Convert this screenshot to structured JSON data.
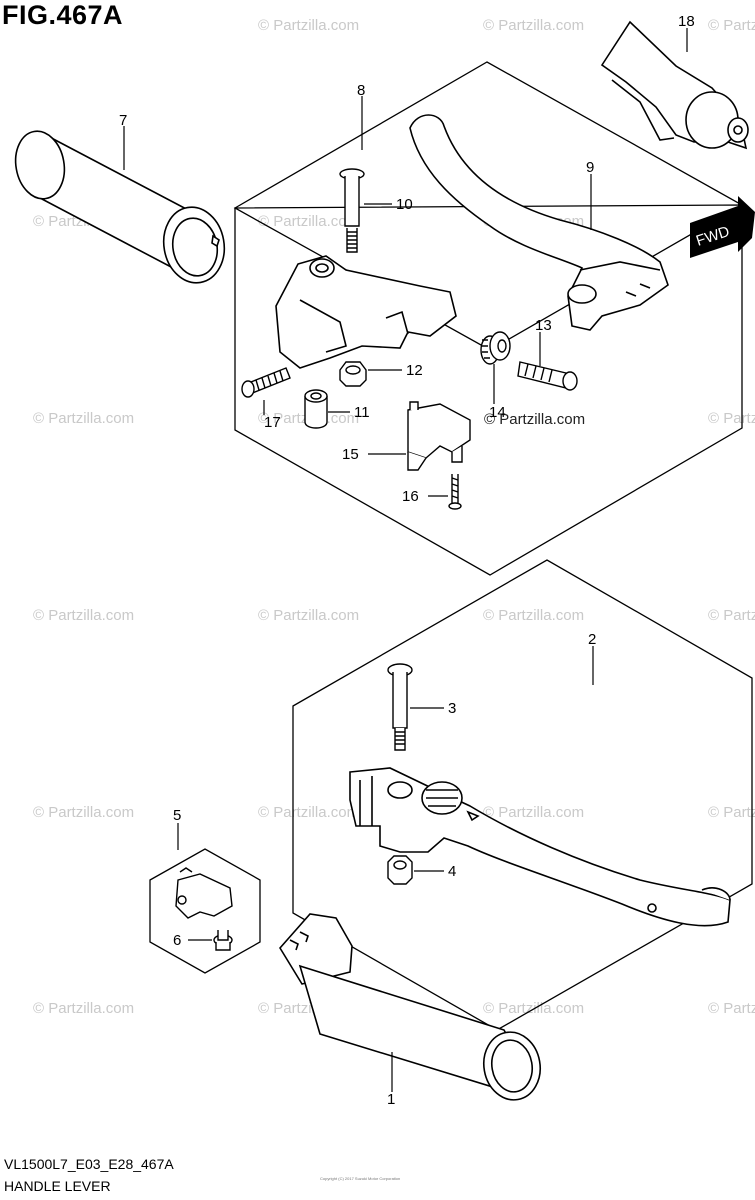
{
  "figure": {
    "title": "FIG.467A",
    "code": "VL1500L7_E03_E28_467A",
    "name": "HANDLE LEVER",
    "tiny_copyright": "Copyright (C) 2017 Suzuki Motor Corporation"
  },
  "direction_badge": "FWD",
  "watermark_text": "© Partzilla.com",
  "callouts": [
    "1",
    "2",
    "3",
    "4",
    "5",
    "6",
    "7",
    "8",
    "9",
    "10",
    "11",
    "12",
    "13",
    "14",
    "15",
    "16",
    "17",
    "18"
  ]
}
